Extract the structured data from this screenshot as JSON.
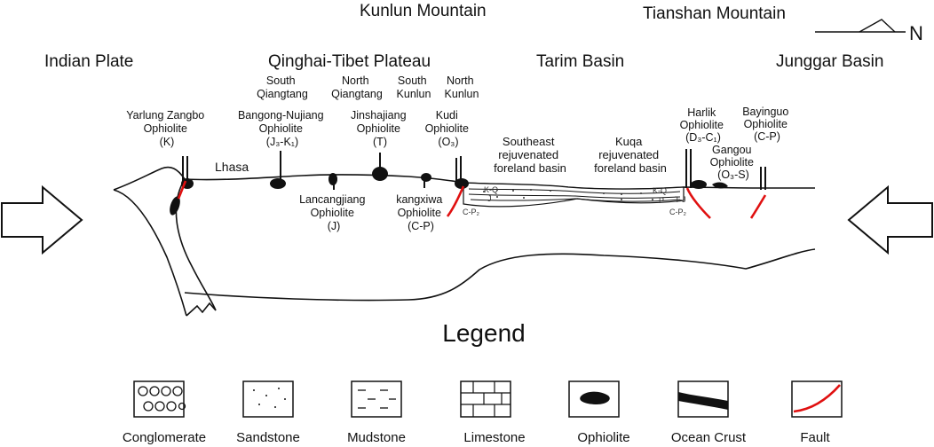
{
  "mountains": {
    "kunlun": "Kunlun Mountain",
    "tianshan": "Tianshan Mountain"
  },
  "north_arrow": "N",
  "regions": {
    "indian_plate": "Indian Plate",
    "qinghai_tibet": "Qinghai-Tibet Plateau",
    "tarim": "Tarim Basin",
    "junggar": "Junggar Basin"
  },
  "terranes": {
    "south_qiangtang": [
      "South",
      "Qiangtang"
    ],
    "north_qiangtang": [
      "North",
      "Qiangtang"
    ],
    "south_kunlun": [
      "South",
      "Kunlun"
    ],
    "north_kunlun": [
      "North",
      "Kunlun"
    ]
  },
  "ophiolites": {
    "yarlung": [
      "Yarlung Zangbo",
      "Ophiolite",
      "(K)"
    ],
    "bangong": [
      "Bangong-Nujiang",
      "Ophiolite",
      "(J₃-K₁)"
    ],
    "jinshajiang": [
      "Jinshajiang",
      "Ophiolite",
      "(T)"
    ],
    "kudi": [
      "Kudi",
      "Ophiolite",
      "(O₃)"
    ],
    "lancangjiang": [
      "Lancangjiang",
      "Ophiolite",
      "(J)"
    ],
    "kangxiwa": [
      "kangxiwa",
      "Ophiolite",
      "(C-P)"
    ],
    "harlik": [
      "Harlik",
      "Ophiolite",
      "(D₃-C₁)"
    ],
    "gangou": [
      "Gangou",
      "Ophiolite",
      "(O₃-S)"
    ],
    "bayinguo": [
      "Bayinguo",
      "Ophiolite",
      "(C-P)"
    ]
  },
  "basins": {
    "southeast": [
      "Southeast",
      "rejuvenated",
      "foreland basin"
    ],
    "kuqa": [
      "Kuqa",
      "rejuvenated",
      "foreland basin"
    ]
  },
  "places": {
    "lhasa": "Lhasa"
  },
  "strata": {
    "kq": "K-Q",
    "j": "J",
    "cp": "C-P₂",
    "p": "P",
    "tj": "T-J"
  },
  "legend": {
    "title": "Legend",
    "items": [
      {
        "key": "conglomerate",
        "label": "Conglomerate"
      },
      {
        "key": "sandstone",
        "label": "Sandstone"
      },
      {
        "key": "mudstone",
        "label": "Mudstone"
      },
      {
        "key": "limestone",
        "label": "Limestone"
      },
      {
        "key": "ophiolite",
        "label": "Ophiolite"
      },
      {
        "key": "ocean_crust",
        "label": "Ocean Crust"
      },
      {
        "key": "fault",
        "label": "Fault"
      }
    ]
  },
  "colors": {
    "fault": "#e01010",
    "line": "#111111"
  }
}
